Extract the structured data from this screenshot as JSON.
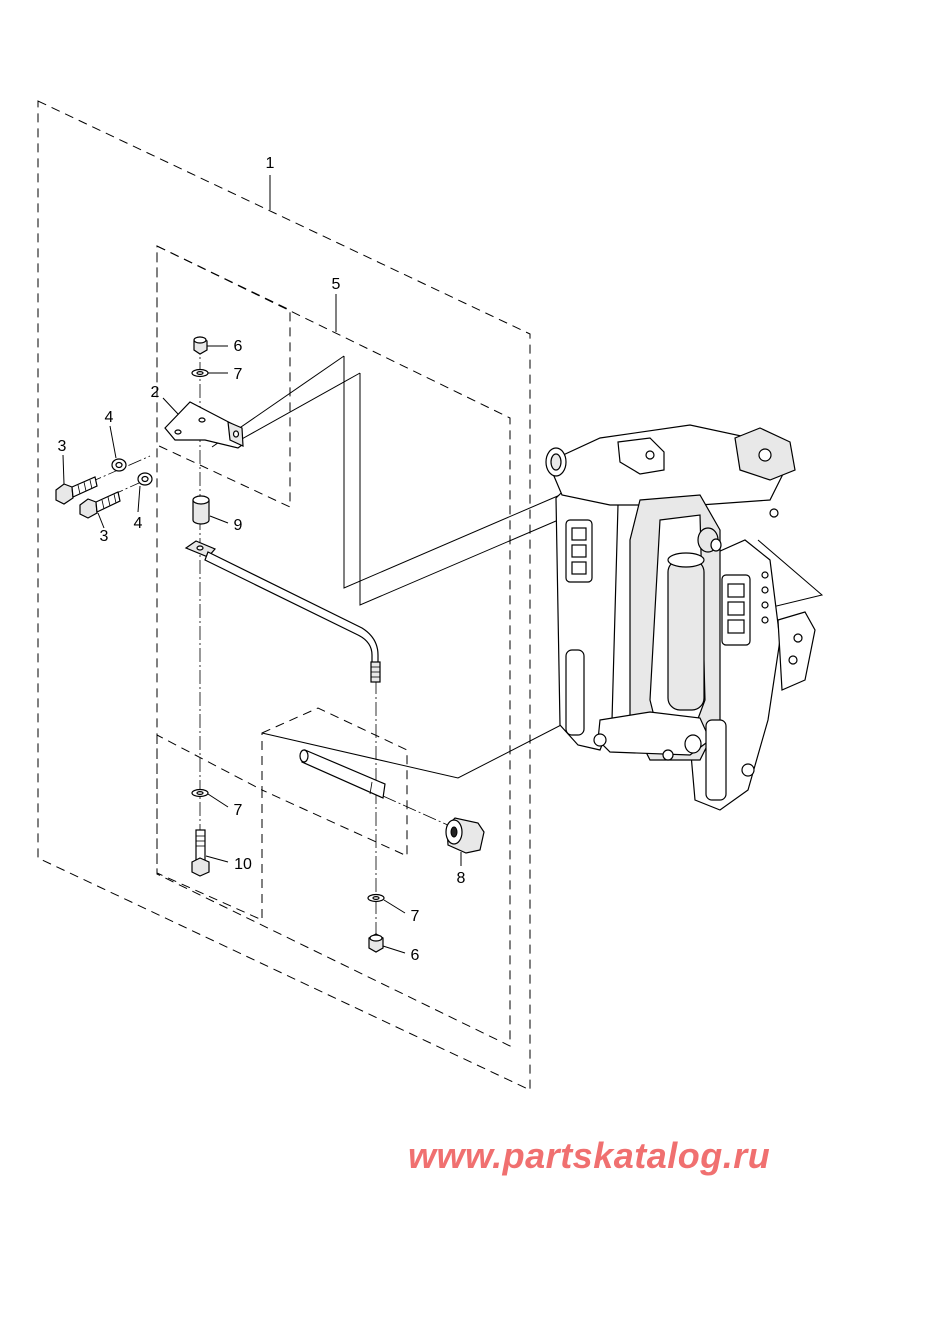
{
  "diagram": {
    "callouts": [
      {
        "id": "c1",
        "label": "1"
      },
      {
        "id": "c2",
        "label": "2"
      },
      {
        "id": "c3a",
        "label": "3"
      },
      {
        "id": "c3b",
        "label": "3"
      },
      {
        "id": "c4a",
        "label": "4"
      },
      {
        "id": "c4b",
        "label": "4"
      },
      {
        "id": "c5",
        "label": "5"
      },
      {
        "id": "c6a",
        "label": "6"
      },
      {
        "id": "c6b",
        "label": "6"
      },
      {
        "id": "c7a",
        "label": "7"
      },
      {
        "id": "c7b",
        "label": "7"
      },
      {
        "id": "c7c",
        "label": "7"
      },
      {
        "id": "c8",
        "label": "8"
      },
      {
        "id": "c9",
        "label": "9"
      },
      {
        "id": "c10",
        "label": "10"
      }
    ]
  },
  "watermark": {
    "text": "www.partskatalog.ru",
    "color": "#f07070"
  }
}
